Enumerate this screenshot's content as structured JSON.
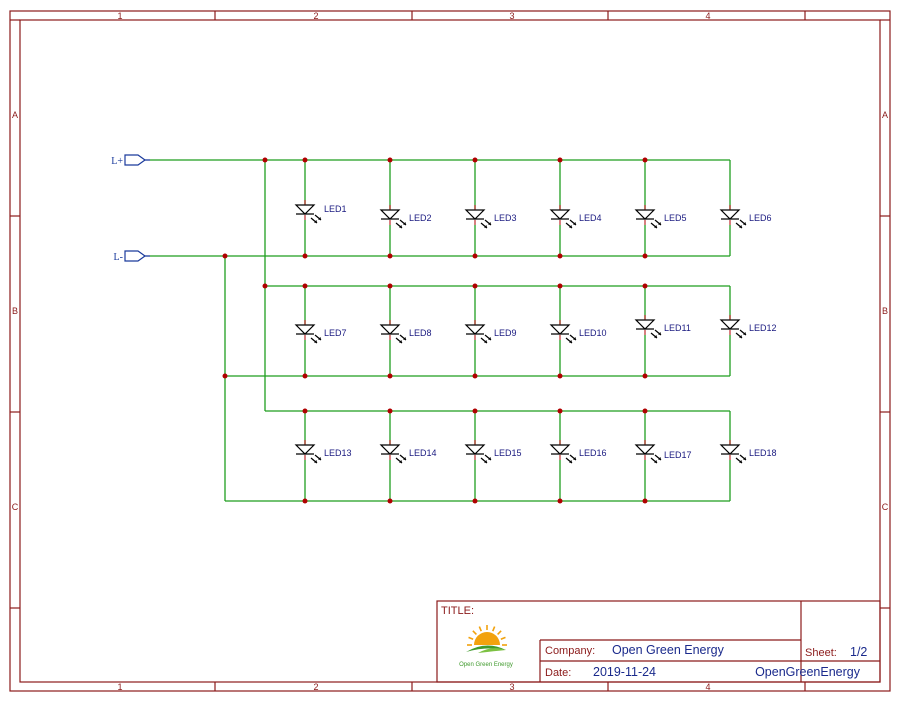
{
  "zones": {
    "columns": [
      "1",
      "2",
      "3",
      "4"
    ],
    "rows": [
      "A",
      "B",
      "C"
    ]
  },
  "ports": [
    {
      "name": "L+"
    },
    {
      "name": "L-"
    }
  ],
  "leds": [
    {
      "label": "LED1"
    },
    {
      "label": "LED2"
    },
    {
      "label": "LED3"
    },
    {
      "label": "LED4"
    },
    {
      "label": "LED5"
    },
    {
      "label": "LED6"
    },
    {
      "label": "LED7"
    },
    {
      "label": "LED8"
    },
    {
      "label": "LED9"
    },
    {
      "label": "LED10"
    },
    {
      "label": "LED11"
    },
    {
      "label": "LED12"
    },
    {
      "label": "LED13"
    },
    {
      "label": "LED14"
    },
    {
      "label": "LED15"
    },
    {
      "label": "LED16"
    },
    {
      "label": "LED17"
    },
    {
      "label": "LED18"
    }
  ],
  "title_block": {
    "title_label": "TITLE:",
    "title_value": "",
    "logo_text": "Open Green Energy",
    "company_label": "Company:",
    "company_value": "Open Green Energy",
    "sheet_label": "Sheet:",
    "sheet_value": "1/2",
    "date_label": "Date:",
    "date_value": "2019-11-24",
    "author_value": "OpenGreenEnergy"
  },
  "colors": {
    "frame": "#8b1a1a",
    "wire": "#1f9e1f",
    "junction": "#b00000",
    "label": "#1a1a80"
  }
}
